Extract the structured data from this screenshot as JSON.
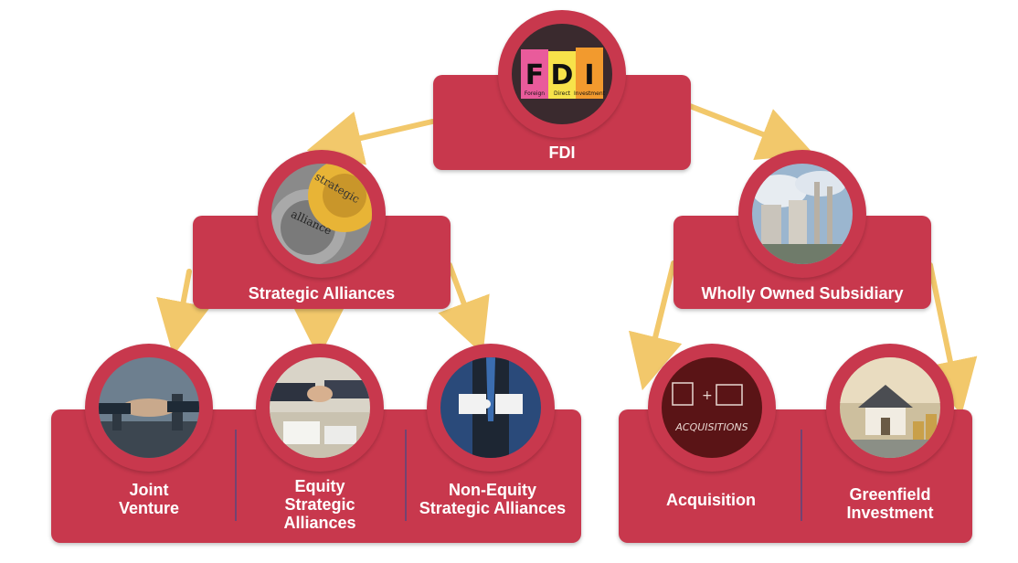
{
  "root": {
    "label": "FDI",
    "image_text": {
      "f": "F",
      "d": "D",
      "i": "I",
      "foreign": "Foreign",
      "direct": "Direct",
      "investment": "Investment"
    }
  },
  "strategic": {
    "label": "Strategic Alliances",
    "image_text": {
      "line1": "strategic",
      "line2": "alliance"
    }
  },
  "wholly": {
    "label": "Wholly Owned Subsidiary"
  },
  "leaves": {
    "joint": {
      "line1": "Joint",
      "line2": "Venture"
    },
    "equity": {
      "line1": "Equity",
      "line2": "Strategic",
      "line3": "Alliances"
    },
    "nonequity": {
      "line1": "Non-Equity",
      "line2": "Strategic Alliances"
    },
    "acquisition": {
      "line1": "Acquisition",
      "image_text": "ACQUISITIONS"
    },
    "greenfield": {
      "line1": "Greenfield",
      "line2": "Investment"
    }
  },
  "colors": {
    "box": "#c8384d",
    "arrow": "#f2c86b",
    "divider": "#3a4b8a"
  }
}
